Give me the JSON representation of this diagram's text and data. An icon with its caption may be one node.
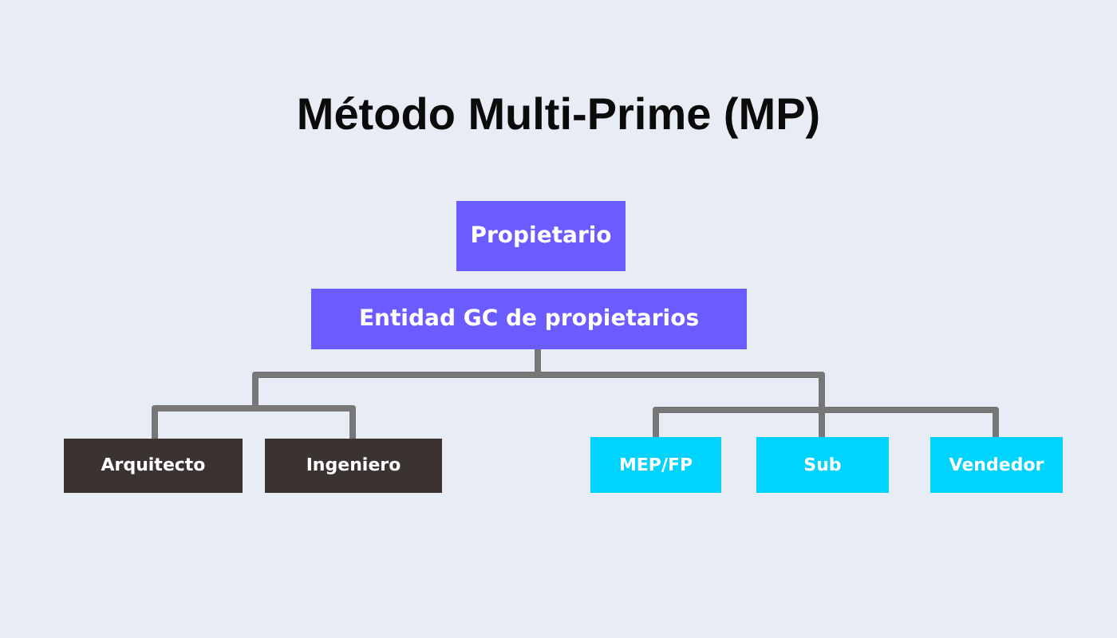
{
  "diagram": {
    "title": "Método Multi-Prime (MP)",
    "nodes": [
      {
        "text": [
          "Propietario"
        ]
      },
      {
        "text": [
          "Entidad GC de propietarios"
        ]
      },
      {
        "text": [
          "Arquitecto"
        ]
      },
      {
        "text": [
          "Ingeniero"
        ]
      },
      {
        "text": [
          "MEP/FP"
        ]
      },
      {
        "text": [
          "Sub"
        ]
      },
      {
        "text": [
          "Vendedor"
        ]
      }
    ],
    "edges": [
      {
        "from": 1,
        "to": 2,
        "arrow": "none"
      },
      {
        "from": 1,
        "to": 3,
        "arrow": "none"
      },
      {
        "from": 1,
        "to": 4,
        "arrow": "none"
      },
      {
        "from": 1,
        "to": 5,
        "arrow": "none"
      },
      {
        "from": 1,
        "to": 6,
        "arrow": "none"
      }
    ]
  }
}
